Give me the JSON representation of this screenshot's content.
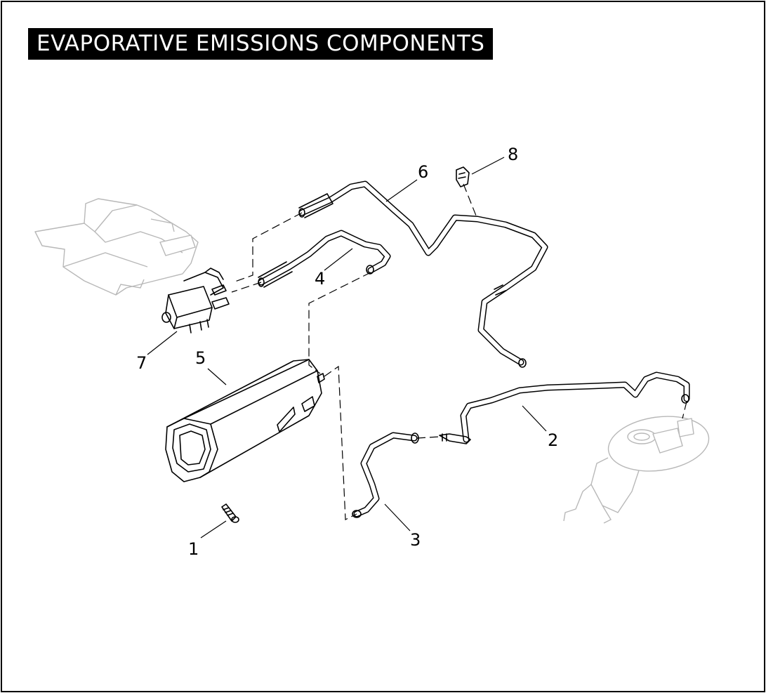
{
  "diagram": {
    "title": "EVAPORATIVE EMISSIONS COMPONENTS",
    "callouts": [
      {
        "id": "c1",
        "label": "1"
      },
      {
        "id": "c2",
        "label": "2"
      },
      {
        "id": "c3",
        "label": "3"
      },
      {
        "id": "c4",
        "label": "4"
      },
      {
        "id": "c5",
        "label": "5"
      },
      {
        "id": "c6",
        "label": "6"
      },
      {
        "id": "c7",
        "label": "7"
      },
      {
        "id": "c8",
        "label": "8"
      }
    ]
  },
  "colors": {
    "line": "#000000",
    "context_parts": "#b8b8b8",
    "title_background": "#000000",
    "title_text": "#ffffff",
    "background": "#ffffff"
  }
}
